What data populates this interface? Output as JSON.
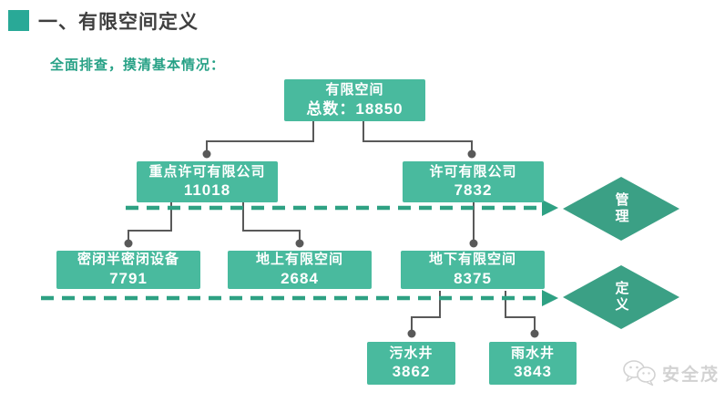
{
  "header": {
    "title": "一、有限空间定义"
  },
  "subtitle": "全面排查，摸清基本情况：",
  "diagram": {
    "root": {
      "label": "有限空间",
      "value": "总数：18850"
    },
    "level2": [
      {
        "label": "重点许可有限公司",
        "value": "11018"
      },
      {
        "label": "许可有限公司",
        "value": "7832"
      }
    ],
    "level3": [
      {
        "label": "密闭半密闭设备",
        "value": "7791"
      },
      {
        "label": "地上有限空间",
        "value": "2684"
      },
      {
        "label": "地下有限空间",
        "value": "8375"
      }
    ],
    "level4": [
      {
        "label": "污水井",
        "value": "3862"
      },
      {
        "label": "雨水井",
        "value": "3843"
      }
    ],
    "diamonds": [
      {
        "label": "管理"
      },
      {
        "label": "定义"
      }
    ]
  },
  "watermark": {
    "text": "安全茂"
  },
  "colors": {
    "node_green": "#49ba9e",
    "diamond_green": "#3ba085",
    "dash_green": "#2ea183",
    "title_square": "#29a997",
    "subtitle_green": "#27a186",
    "title_text": "#3f3f3f",
    "connector_gray": "#595959",
    "watermark_gray": "#d2d2d2"
  }
}
